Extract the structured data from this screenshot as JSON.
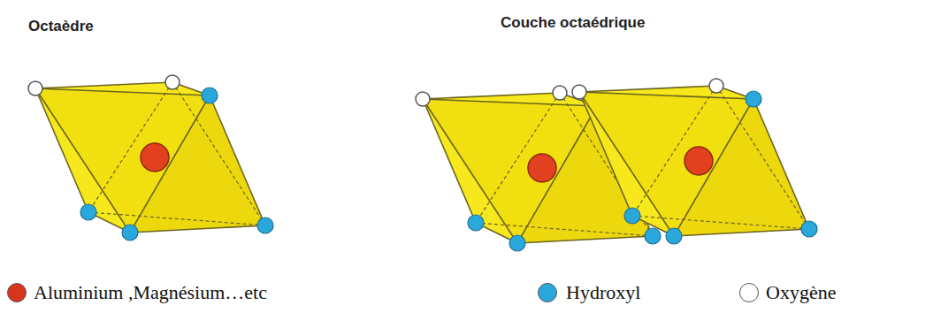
{
  "diagram": {
    "labels": [
      "Octaèdre",
      "Couche octaédrique"
    ],
    "legend": [
      {
        "text": "Aluminium ,Magnésium…etc",
        "color": "#d8351d"
      },
      {
        "text": "Hydroxyl",
        "color": "#2aa8dc"
      },
      {
        "text": "Oxygène",
        "color": "#ffffff"
      }
    ]
  }
}
